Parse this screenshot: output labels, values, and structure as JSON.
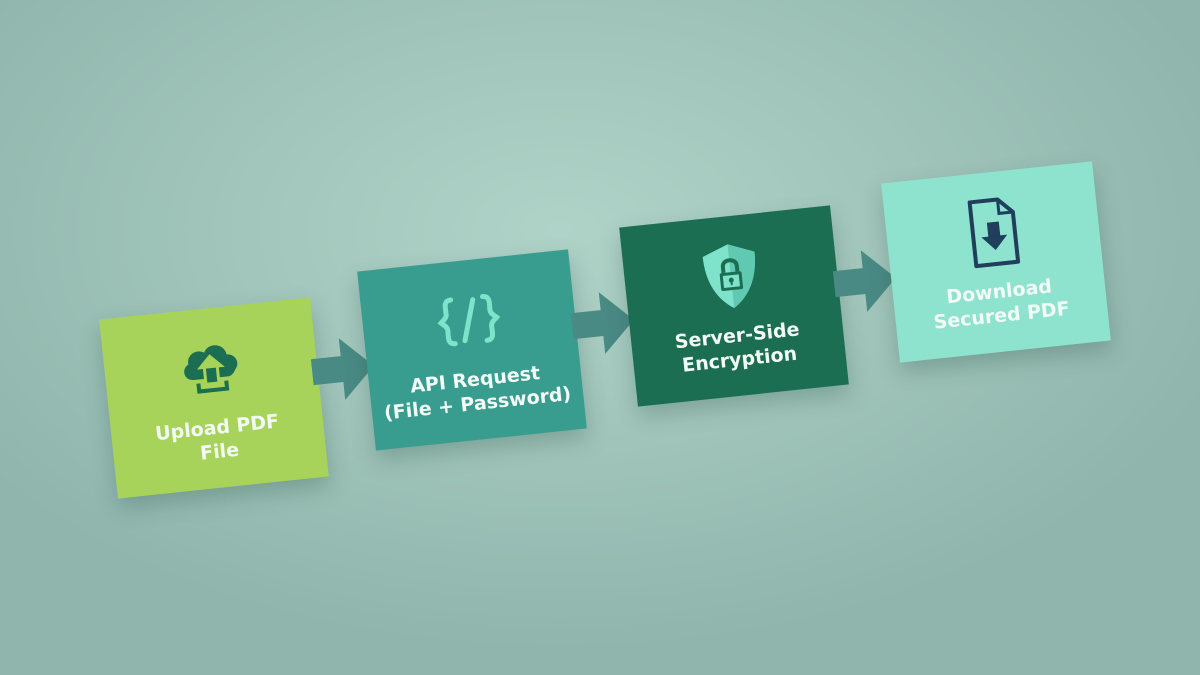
{
  "diagram": {
    "type": "flowchart",
    "direction": "left-to-right",
    "steps": [
      {
        "label_line1": "Upload PDF",
        "label_line2": "File",
        "icon": "cloud-upload-icon",
        "color": "#a8d35a",
        "icon_color": "#1c6e52"
      },
      {
        "label_line1": "API Request",
        "label_line2": "(File + Password)",
        "icon": "code-braces-icon",
        "color": "#389c8f",
        "icon_color": "#7fe3cc"
      },
      {
        "label_line1": "Server-Side",
        "label_line2": "Encryption",
        "icon": "shield-lock-icon",
        "color": "#1c6e52",
        "icon_color": "#7fe3cc"
      },
      {
        "label_line1": "Download",
        "label_line2": "Secured PDF",
        "icon": "file-download-icon",
        "color": "#8ee3cf",
        "icon_color": "#1f3f5c"
      }
    ],
    "connectors": [
      {
        "from": 0,
        "to": 1,
        "color": "#4a8a84"
      },
      {
        "from": 1,
        "to": 2,
        "color": "#4a8a84"
      },
      {
        "from": 2,
        "to": 3,
        "color": "#4a8a84"
      }
    ],
    "background": "#a2c6bb"
  }
}
